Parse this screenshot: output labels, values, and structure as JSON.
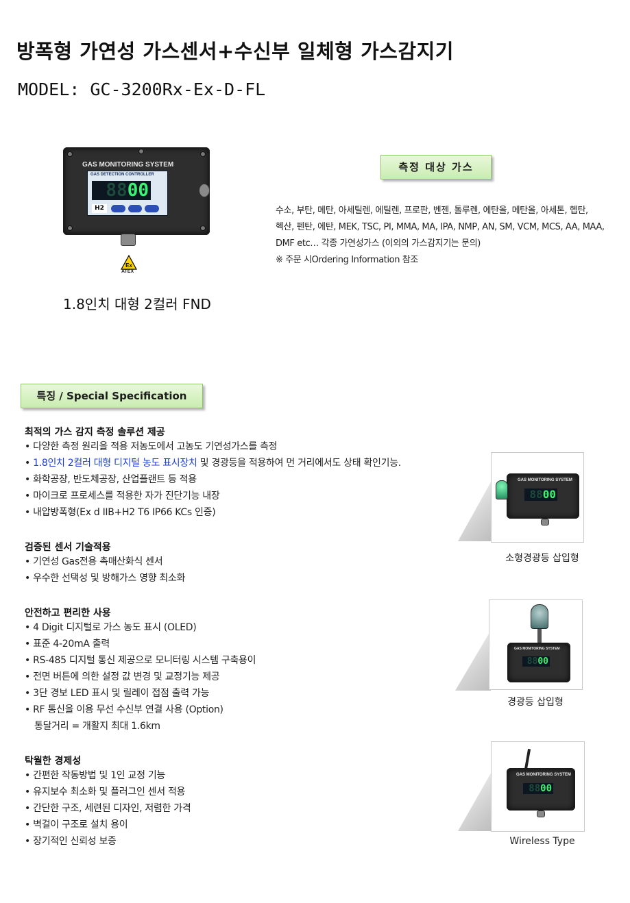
{
  "title": "방폭형 가연성 가스센서+수신부 일체형 가스감지기",
  "model": "MODEL: GC-3200Rx-Ex-D-FL",
  "product": {
    "plate_text": "GAS MONITORING SYSTEM",
    "controller_text": "GAS DETECTION CONTROLLER",
    "display_value": "00",
    "display_dim": "88",
    "gas_label": "H2",
    "ex_mark": "Ex",
    "atex_label": "ATEX",
    "caption": "1.8인치 대형 2컬러 FND"
  },
  "target_gas": {
    "heading": "측정 대상 가스",
    "line1": "수소, 부탄, 메탄, 아세틸렌, 에틸렌, 프로판, 벤젠, 톨루렌, 에탄올, 메탄올, 아세톤, 헵탄,",
    "line2": "헥산, 펜탄, 에탄, MEK, TSC, PI, MMA, MA, IPA, NMP, AN, SM, VCM, MCS,  AA, MAA,",
    "line3": "DMF etc… 각종 가연성가스 (이외의 가스감지기는 문의)",
    "note": "※ 주문 시Ordering Information 참조"
  },
  "features": {
    "heading": "특징  / Special Specification",
    "sections": [
      {
        "title": "최적의 가스 감지 측정 솔루션 제공",
        "items": [
          "다양한 측정 원리을 적용 저농도에서 고농도 기연성가스를 측정",
          "1.8인치 2컬러 대형 디지털 농도 표시장치",
          " 및 경광등을 적용하여 먼 거리에서도 상태 확인기능.",
          "화학공장, 반도체공장, 산업플랜트 등 적용",
          "마이크로 프로세스를 적용한 자가 진단기능 내장",
          "내압방폭형(Ex d IIB+H2 T6 IP66 KCs 인증)"
        ]
      },
      {
        "title": "검증된 센서 기술적용",
        "items": [
          "기연성 Gas전용 촉매산화식 센서",
          "우수한 선택성 및 방해가스 영향 최소화"
        ]
      },
      {
        "title": "안전하고 편리한 사용",
        "items": [
          "4 Digit 디지털로 가스 농도 표시 (OLED)",
          "표준 4-20mA 출력",
          "RS-485 디지털 통신 제공으로 모니터링 시스템 구축용이",
          "전면 버튼에 의한 설정 값 변경 및 교정기능 제공",
          "3단 경보 LED 표시 및 릴레이 접점 출력 가능",
          "RF 통신을 이용 무선 수신부 연결 사용 (Option)",
          "통달거리 = 개활지 최대 1.6km"
        ]
      },
      {
        "title": "탁월한 경제성",
        "items": [
          "간편한 작동방법 및 1인 교정 기능",
          "유지보수 최소화 및 플러그인 센서 적용",
          "간단한 구조, 세련된 디자인, 저렴한 가격",
          "벽걸이 구조로 설치 용이",
          "장기적인 신뢰성 보증"
        ]
      }
    ]
  },
  "variants": [
    {
      "caption": "소형경광등 삽입형"
    },
    {
      "caption": "경광등 삽입형"
    },
    {
      "caption": "Wireless Type"
    }
  ],
  "colors": {
    "heading_box": "#d5f0c0",
    "link_blue": "#1b3fd8",
    "display_green": "#39f271"
  }
}
